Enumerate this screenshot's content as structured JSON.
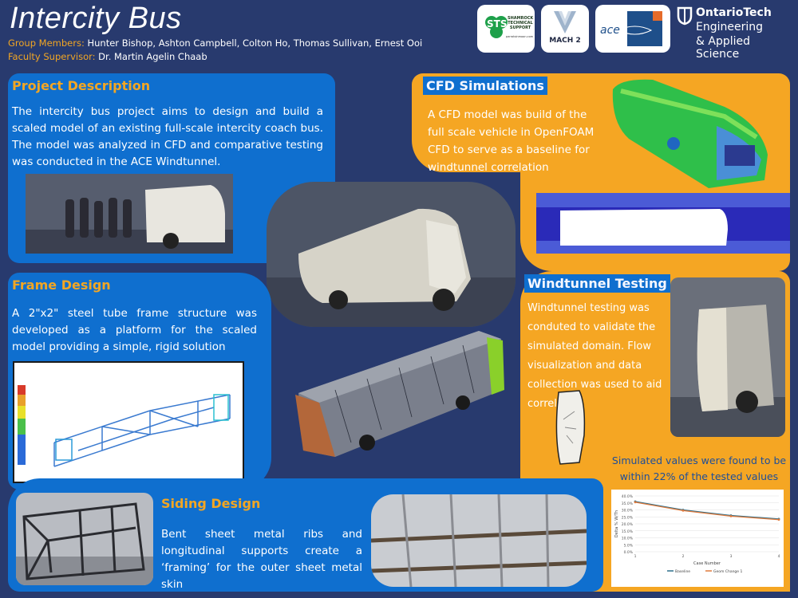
{
  "header": {
    "title": "Intercity Bus",
    "members_label": "Group Members:",
    "members": "Hunter Bishop, Ashton Campbell, Colton Ho, Thomas Sullivan, Ernest Ooi",
    "supervisor_label": "Faculty Supervisor:",
    "supervisor": "Dr. Martin Agelin Chaab"
  },
  "logos": {
    "sts_abbr": "STS",
    "sts_name": "SHAMROCK TECHNICAL SUPPORT",
    "sts_url": "parrotsinmoon.com",
    "mach2_name": "MACH 2",
    "ace_name": "ace",
    "ontario_tech_line1": "OntarioTech",
    "ontario_tech_line2": "Engineering",
    "ontario_tech_line3": "& Applied Science"
  },
  "project_description": {
    "title": "Project Description",
    "text": "The intercity bus project aims to design and build a scaled model of an existing full-scale intercity coach bus. The model was analyzed in CFD and comparative testing was conducted in the ACE Windtunnel."
  },
  "cfd": {
    "title": "CFD Simulations",
    "text": "A CFD model was build  of the full scale vehicle in OpenFOAM CFD to serve as a baseline for windtunnel correlation"
  },
  "frame": {
    "title": "Frame Design",
    "text": "A 2\"x2\" steel tube frame structure was developed as a platform for the scaled model providing a simple, rigid solution"
  },
  "windtunnel": {
    "title": "Windtunnel  Testing",
    "text": "Windtunnel testing was conduted to validate the simulated domain. Flow visualization and data collection was used to aid correlation",
    "result": "Simulated values were found to be within 22% of the tested values"
  },
  "siding": {
    "title": "Siding Design",
    "text": "Bent sheet metal ribs and longitudinal supports create a ‘framing’ for the outer  sheet metal skin"
  },
  "colors": {
    "background": "#283a6e",
    "panel_blue": "#0f6fcf",
    "panel_orange": "#f5a623",
    "accent_orange": "#f2a623"
  },
  "chart_data": {
    "type": "line",
    "x": [
      1,
      2,
      3,
      4
    ],
    "xlabel": "Case Number",
    "ylabel": "Delta % W/Th",
    "ylim": [
      0,
      40
    ],
    "yticks": [
      "0.0%",
      "5.0%",
      "10.0%",
      "15.0%",
      "20.0%",
      "25.0%",
      "30.0%",
      "35.0%",
      "40.0%"
    ],
    "xticks": [
      "1",
      "2",
      "3",
      "4"
    ],
    "series": [
      {
        "name": "Baseline",
        "color": "#2e6f8a",
        "values": [
          36,
          30,
          26,
          23.5
        ]
      },
      {
        "name": "Geom Change 1",
        "color": "#e07a3c",
        "values": [
          35.5,
          29.5,
          25.5,
          23
        ]
      }
    ],
    "grid": true,
    "legend": "bottom"
  }
}
